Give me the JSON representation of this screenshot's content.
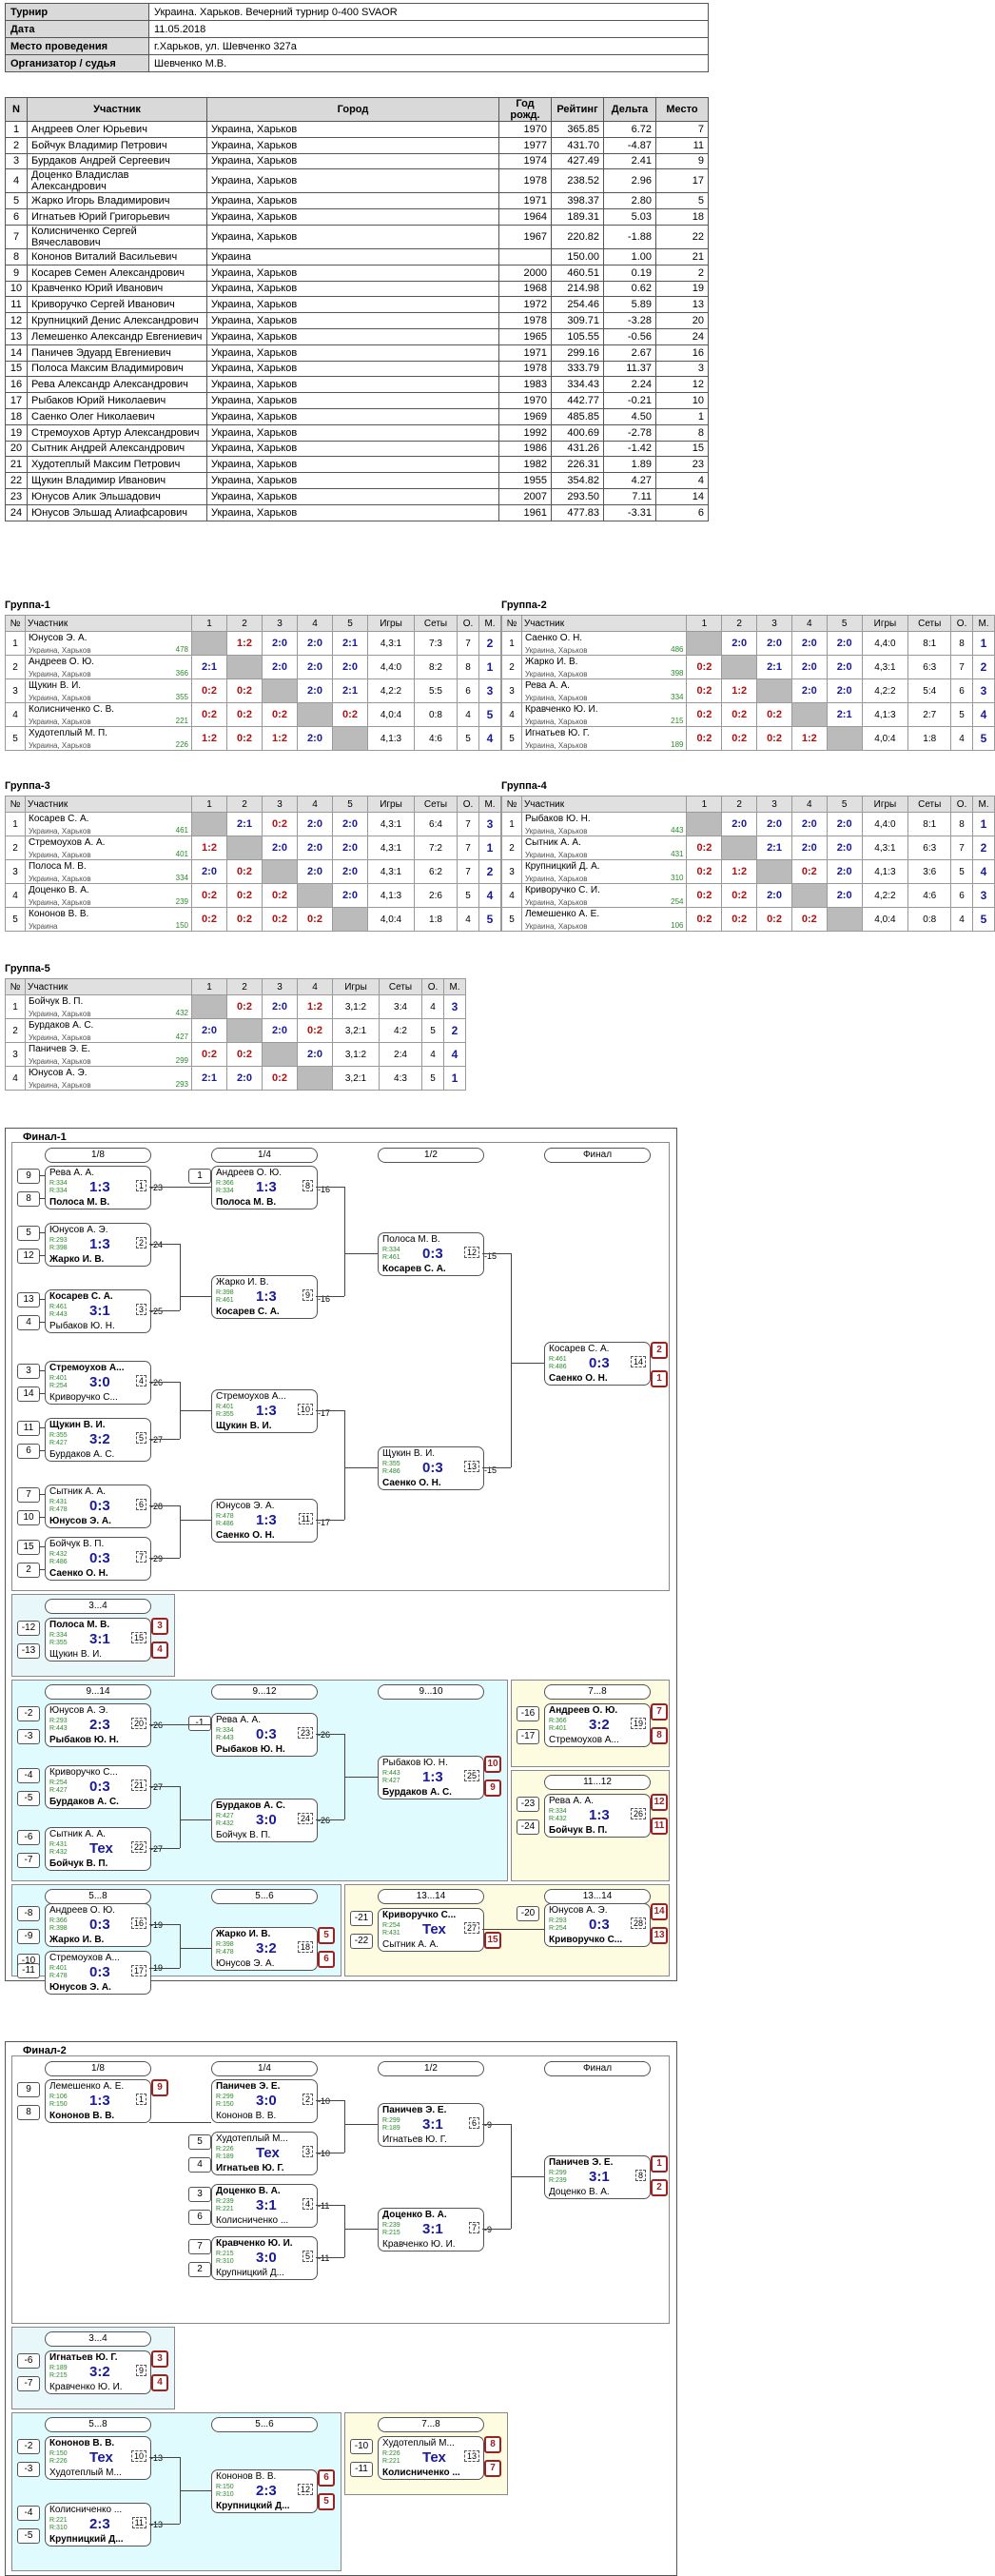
{
  "info": {
    "rows": [
      {
        "k": "Турнир",
        "v": "Украина. Харьков. Вечерний турнир 0-400 SVAOR"
      },
      {
        "k": "Дата",
        "v": "11.05.2018"
      },
      {
        "k": "Место проведения",
        "v": "г.Харьков, ул. Шевченко 327а"
      },
      {
        "k": "Организатор / судья",
        "v": "Шевченко М.В."
      }
    ]
  },
  "plist": {
    "headers": [
      "N",
      "Участник",
      "Город",
      "Год рожд.",
      "Рейтинг",
      "Дельта",
      "Место"
    ],
    "rows": [
      [
        "1",
        "Андреев Олег Юрьевич",
        "Украина, Харьков",
        "1970",
        "365.85",
        "6.72",
        "7"
      ],
      [
        "2",
        "Бойчук Владимир Петрович",
        "Украина, Харьков",
        "1977",
        "431.70",
        "-4.87",
        "11"
      ],
      [
        "3",
        "Бурдаков Андрей Сергеевич",
        "Украина, Харьков",
        "1974",
        "427.49",
        "2.41",
        "9"
      ],
      [
        "4",
        "Доценко Владислав Александрович",
        "Украина, Харьков",
        "1978",
        "238.52",
        "2.96",
        "17"
      ],
      [
        "5",
        "Жарко Игорь Владимирович",
        "Украина, Харьков",
        "1971",
        "398.37",
        "2.80",
        "5"
      ],
      [
        "6",
        "Игнатьев Юрий Григорьевич",
        "Украина, Харьков",
        "1964",
        "189.31",
        "5.03",
        "18"
      ],
      [
        "7",
        "Колисниченко Сергей Вячеславович",
        "Украина, Харьков",
        "1967",
        "220.82",
        "-1.88",
        "22"
      ],
      [
        "8",
        "Кононов Виталий Васильевич",
        "Украина",
        "",
        "150.00",
        "1.00",
        "21"
      ],
      [
        "9",
        "Косарев Семен Александрович",
        "Украина, Харьков",
        "2000",
        "460.51",
        "0.19",
        "2"
      ],
      [
        "10",
        "Кравченко Юрий Иванович",
        "Украина, Харьков",
        "1968",
        "214.98",
        "0.62",
        "19"
      ],
      [
        "11",
        "Криворучко Сергей Иванович",
        "Украина, Харьков",
        "1972",
        "254.46",
        "5.89",
        "13"
      ],
      [
        "12",
        "Крупницкий Денис Александрович",
        "Украина, Харьков",
        "1978",
        "309.71",
        "-3.28",
        "20"
      ],
      [
        "13",
        "Лемешенко Александр Евгениевич",
        "Украина, Харьков",
        "1965",
        "105.55",
        "-0.56",
        "24"
      ],
      [
        "14",
        "Паничев Эдуард Евгениевич",
        "Украина, Харьков",
        "1971",
        "299.16",
        "2.67",
        "16"
      ],
      [
        "15",
        "Полоса Максим Владимирович",
        "Украина, Харьков",
        "1978",
        "333.79",
        "11.37",
        "3"
      ],
      [
        "16",
        "Рева Александр Александрович",
        "Украина, Харьков",
        "1983",
        "334.43",
        "2.24",
        "12"
      ],
      [
        "17",
        "Рыбаков Юрий Николаевич",
        "Украина, Харьков",
        "1970",
        "442.77",
        "-0.21",
        "10"
      ],
      [
        "18",
        "Саенко Олег Николаевич",
        "Украина, Харьков",
        "1969",
        "485.85",
        "4.50",
        "1"
      ],
      [
        "19",
        "Стремоухов Артур Александрович",
        "Украина, Харьков",
        "1992",
        "400.69",
        "-2.78",
        "8"
      ],
      [
        "20",
        "Сытник Андрей Александрович",
        "Украина, Харьков",
        "1986",
        "431.26",
        "-1.42",
        "15"
      ],
      [
        "21",
        "Худотеплый Максим Петрович",
        "Украина, Харьков",
        "1982",
        "226.31",
        "1.89",
        "23"
      ],
      [
        "22",
        "Щукин Владимир Иванович",
        "Украина, Харьков",
        "1955",
        "354.82",
        "4.27",
        "4"
      ],
      [
        "23",
        "Юнусов Алик Эльшадович",
        "Украина, Харьков",
        "2007",
        "293.50",
        "7.11",
        "14"
      ],
      [
        "24",
        "Юнусов Эльшад Алиафсарович",
        "Украина, Харьков",
        "1961",
        "477.83",
        "-3.31",
        "6"
      ]
    ]
  },
  "groups": [
    {
      "title": "Группа-1",
      "rows": [
        {
          "n": "1",
          "name": "Юнусов Э. А.",
          "city": "Украина, Харьков",
          "r": "478",
          "s": [
            "x",
            "1:2",
            "2:0",
            "2:0",
            "2:1"
          ],
          "g": "4,3:1",
          "sets": "7:3",
          "o": "7",
          "m": "2"
        },
        {
          "n": "2",
          "name": "Андреев О. Ю.",
          "city": "Украина, Харьков",
          "r": "366",
          "s": [
            "2:1",
            "x",
            "2:0",
            "2:0",
            "2:0"
          ],
          "g": "4,4:0",
          "sets": "8:2",
          "o": "8",
          "m": "1"
        },
        {
          "n": "3",
          "name": "Щукин В. И.",
          "city": "Украина, Харьков",
          "r": "355",
          "s": [
            "0:2",
            "0:2",
            "x",
            "2:0",
            "2:1"
          ],
          "g": "4,2:2",
          "sets": "5:5",
          "o": "6",
          "m": "3"
        },
        {
          "n": "4",
          "name": "Колисниченко С. В.",
          "city": "Украина, Харьков",
          "r": "221",
          "s": [
            "0:2",
            "0:2",
            "0:2",
            "x",
            "0:2"
          ],
          "g": "4,0:4",
          "sets": "0:8",
          "o": "4",
          "m": "5"
        },
        {
          "n": "5",
          "name": "Худотеплый М. П.",
          "city": "Украина, Харьков",
          "r": "226",
          "s": [
            "1:2",
            "0:2",
            "1:2",
            "2:0",
            "x"
          ],
          "g": "4,1:3",
          "sets": "4:6",
          "o": "5",
          "m": "4"
        }
      ]
    },
    {
      "title": "Группа-2",
      "rows": [
        {
          "n": "1",
          "name": "Саенко О. Н.",
          "city": "Украина, Харьков",
          "r": "486",
          "s": [
            "x",
            "2:0",
            "2:0",
            "2:0",
            "2:0"
          ],
          "g": "4,4:0",
          "sets": "8:1",
          "o": "8",
          "m": "1"
        },
        {
          "n": "2",
          "name": "Жарко И. В.",
          "city": "Украина, Харьков",
          "r": "398",
          "s": [
            "0:2",
            "x",
            "2:1",
            "2:0",
            "2:0"
          ],
          "g": "4,3:1",
          "sets": "6:3",
          "o": "7",
          "m": "2"
        },
        {
          "n": "3",
          "name": "Рева А. А.",
          "city": "Украина, Харьков",
          "r": "334",
          "s": [
            "0:2",
            "1:2",
            "x",
            "2:0",
            "2:0"
          ],
          "g": "4,2:2",
          "sets": "5:4",
          "o": "6",
          "m": "3"
        },
        {
          "n": "4",
          "name": "Кравченко Ю. И.",
          "city": "Украина, Харьков",
          "r": "215",
          "s": [
            "0:2",
            "0:2",
            "0:2",
            "x",
            "2:1"
          ],
          "g": "4,1:3",
          "sets": "2:7",
          "o": "5",
          "m": "4"
        },
        {
          "n": "5",
          "name": "Игнатьев Ю. Г.",
          "city": "Украина, Харьков",
          "r": "189",
          "s": [
            "0:2",
            "0:2",
            "0:2",
            "1:2",
            "x"
          ],
          "g": "4,0:4",
          "sets": "1:8",
          "o": "4",
          "m": "5"
        }
      ]
    },
    {
      "title": "Группа-3",
      "rows": [
        {
          "n": "1",
          "name": "Косарев С. А.",
          "city": "Украина, Харьков",
          "r": "461",
          "s": [
            "x",
            "2:1",
            "0:2",
            "2:0",
            "2:0"
          ],
          "g": "4,3:1",
          "sets": "6:4",
          "o": "7",
          "m": "3"
        },
        {
          "n": "2",
          "name": "Стремоухов А. А.",
          "city": "Украина, Харьков",
          "r": "401",
          "s": [
            "1:2",
            "x",
            "2:0",
            "2:0",
            "2:0"
          ],
          "g": "4,3:1",
          "sets": "7:2",
          "o": "7",
          "m": "1"
        },
        {
          "n": "3",
          "name": "Полоса М. В.",
          "city": "Украина, Харьков",
          "r": "334",
          "s": [
            "2:0",
            "0:2",
            "x",
            "2:0",
            "2:0"
          ],
          "g": "4,3:1",
          "sets": "6:2",
          "o": "7",
          "m": "2"
        },
        {
          "n": "4",
          "name": "Доценко В. А.",
          "city": "Украина, Харьков",
          "r": "239",
          "s": [
            "0:2",
            "0:2",
            "0:2",
            "x",
            "2:0"
          ],
          "g": "4,1:3",
          "sets": "2:6",
          "o": "5",
          "m": "4"
        },
        {
          "n": "5",
          "name": "Кононов В. В.",
          "city": "Украина",
          "r": "150",
          "s": [
            "0:2",
            "0:2",
            "0:2",
            "0:2",
            "x"
          ],
          "g": "4,0:4",
          "sets": "1:8",
          "o": "4",
          "m": "5"
        }
      ]
    },
    {
      "title": "Группа-4",
      "rows": [
        {
          "n": "1",
          "name": "Рыбаков Ю. Н.",
          "city": "Украина, Харьков",
          "r": "443",
          "s": [
            "x",
            "2:0",
            "2:0",
            "2:0",
            "2:0"
          ],
          "g": "4,4:0",
          "sets": "8:1",
          "o": "8",
          "m": "1"
        },
        {
          "n": "2",
          "name": "Сытник А. А.",
          "city": "Украина, Харьков",
          "r": "431",
          "s": [
            "0:2",
            "x",
            "2:1",
            "2:0",
            "2:0"
          ],
          "g": "4,3:1",
          "sets": "6:3",
          "o": "7",
          "m": "2"
        },
        {
          "n": "3",
          "name": "Крупницкий Д. А.",
          "city": "Украина, Харьков",
          "r": "310",
          "s": [
            "0:2",
            "1:2",
            "x",
            "0:2",
            "2:0"
          ],
          "g": "4,1:3",
          "sets": "3:6",
          "o": "5",
          "m": "4"
        },
        {
          "n": "4",
          "name": "Криворучко С. И.",
          "city": "Украина, Харьков",
          "r": "254",
          "s": [
            "0:2",
            "0:2",
            "2:0",
            "x",
            "2:0"
          ],
          "g": "4,2:2",
          "sets": "4:6",
          "o": "6",
          "m": "3"
        },
        {
          "n": "5",
          "name": "Лемешенко А. Е.",
          "city": "Украина, Харьков",
          "r": "106",
          "s": [
            "0:2",
            "0:2",
            "0:2",
            "0:2",
            "x"
          ],
          "g": "4,0:4",
          "sets": "0:8",
          "o": "4",
          "m": "5"
        }
      ]
    },
    {
      "title": "Группа-5",
      "rows": [
        {
          "n": "1",
          "name": "Бойчук В. П.",
          "city": "Украина, Харьков",
          "r": "432",
          "s": [
            "x",
            "0:2",
            "2:0",
            "1:2"
          ],
          "g": "3,1:2",
          "sets": "3:4",
          "o": "4",
          "m": "3"
        },
        {
          "n": "2",
          "name": "Бурдаков А. С.",
          "city": "Украина, Харьков",
          "r": "427",
          "s": [
            "2:0",
            "x",
            "2:0",
            "0:2"
          ],
          "g": "3,2:1",
          "sets": "4:2",
          "o": "5",
          "m": "2"
        },
        {
          "n": "3",
          "name": "Паничев Э. Е.",
          "city": "Украина, Харьков",
          "r": "299",
          "s": [
            "0:2",
            "0:2",
            "x",
            "2:0"
          ],
          "g": "3,1:2",
          "sets": "2:4",
          "o": "4",
          "m": "4"
        },
        {
          "n": "4",
          "name": "Юнусов А. Э.",
          "city": "Украина, Харьков",
          "r": "293",
          "s": [
            "2:1",
            "2:0",
            "0:2",
            "x"
          ],
          "g": "3,2:1",
          "sets": "4:3",
          "o": "5",
          "m": "1"
        }
      ]
    }
  ],
  "group_headers": {
    "n": "№",
    "p": "Участник",
    "g": "Игры",
    "s": "Сеты",
    "o": "О.",
    "m": "М."
  },
  "final1": {
    "title": "Финал-1",
    "hdrs": [
      "1/8",
      "1/4",
      "1/2",
      "Финал",
      "3...4",
      "9...14",
      "9...12",
      "9...10",
      "7...8",
      "11...12",
      "5...8",
      "5...6",
      "13...14"
    ]
  },
  "final2": {
    "title": "Финал-2",
    "hdrs": [
      "1/8",
      "1/4",
      "1/2",
      "Финал",
      "3...4",
      "5...8",
      "5...6",
      "7...8"
    ]
  }
}
